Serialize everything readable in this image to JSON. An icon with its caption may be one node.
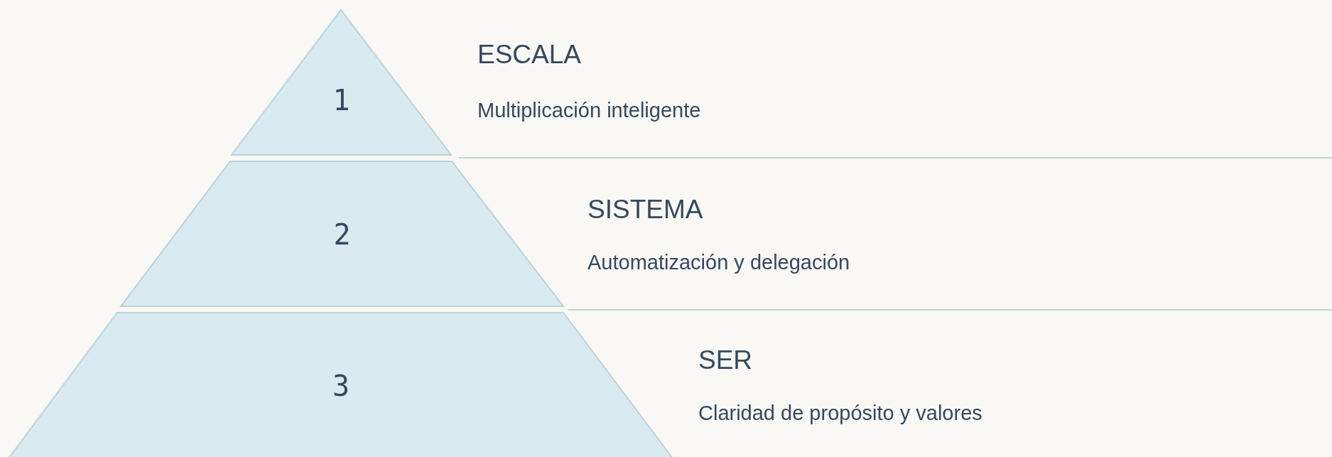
{
  "diagram": {
    "nodes": [
      {
        "text": [
          "1"
        ],
        "beside": [
          "ESCALA",
          "Multiplicación inteligente"
        ]
      },
      {
        "text": [
          "2"
        ],
        "beside": [
          "SISTEMA",
          "Automatización y delegación"
        ]
      },
      {
        "text": [
          "3"
        ],
        "beside": [
          "SER",
          "Claridad de propósito y valores"
        ]
      }
    ]
  }
}
